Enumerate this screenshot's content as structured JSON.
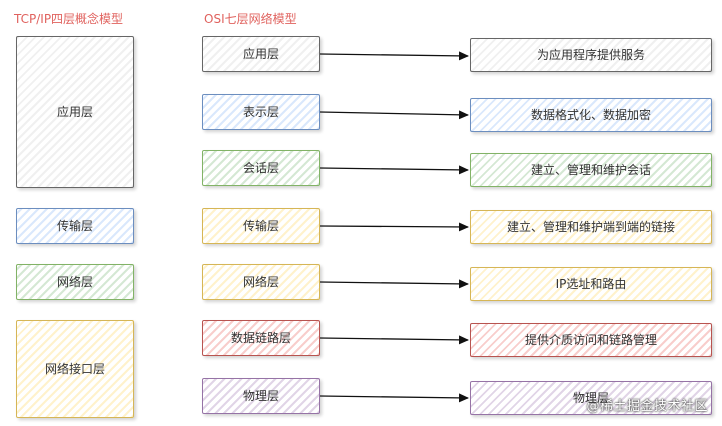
{
  "titles": {
    "tcpip": "TCP/IP四层概念模型",
    "osi": "OSI七层网络模型"
  },
  "tcpip_layers": [
    "应用层",
    "传输层",
    "网络层",
    "网络接口层"
  ],
  "osi_layers": [
    "应用层",
    "表示层",
    "会话层",
    "传输层",
    "网络层",
    "数据链路层",
    "物理层"
  ],
  "descriptions": [
    "为应用程序提供服务",
    "数据格式化、数据加密",
    "建立、管理和维护会话",
    "建立、管理和维护端到端的链接",
    "IP选址和路由",
    "提供介质访问和链路管理",
    "物理层"
  ],
  "watermark": "@稀土掘金技术社区",
  "colors": {
    "title": "#e0625e",
    "gray": "#666666",
    "blue": "#6c8ebf",
    "green": "#82b366",
    "yellow": "#d6b656",
    "red": "#b85450",
    "purple": "#9673a6"
  }
}
